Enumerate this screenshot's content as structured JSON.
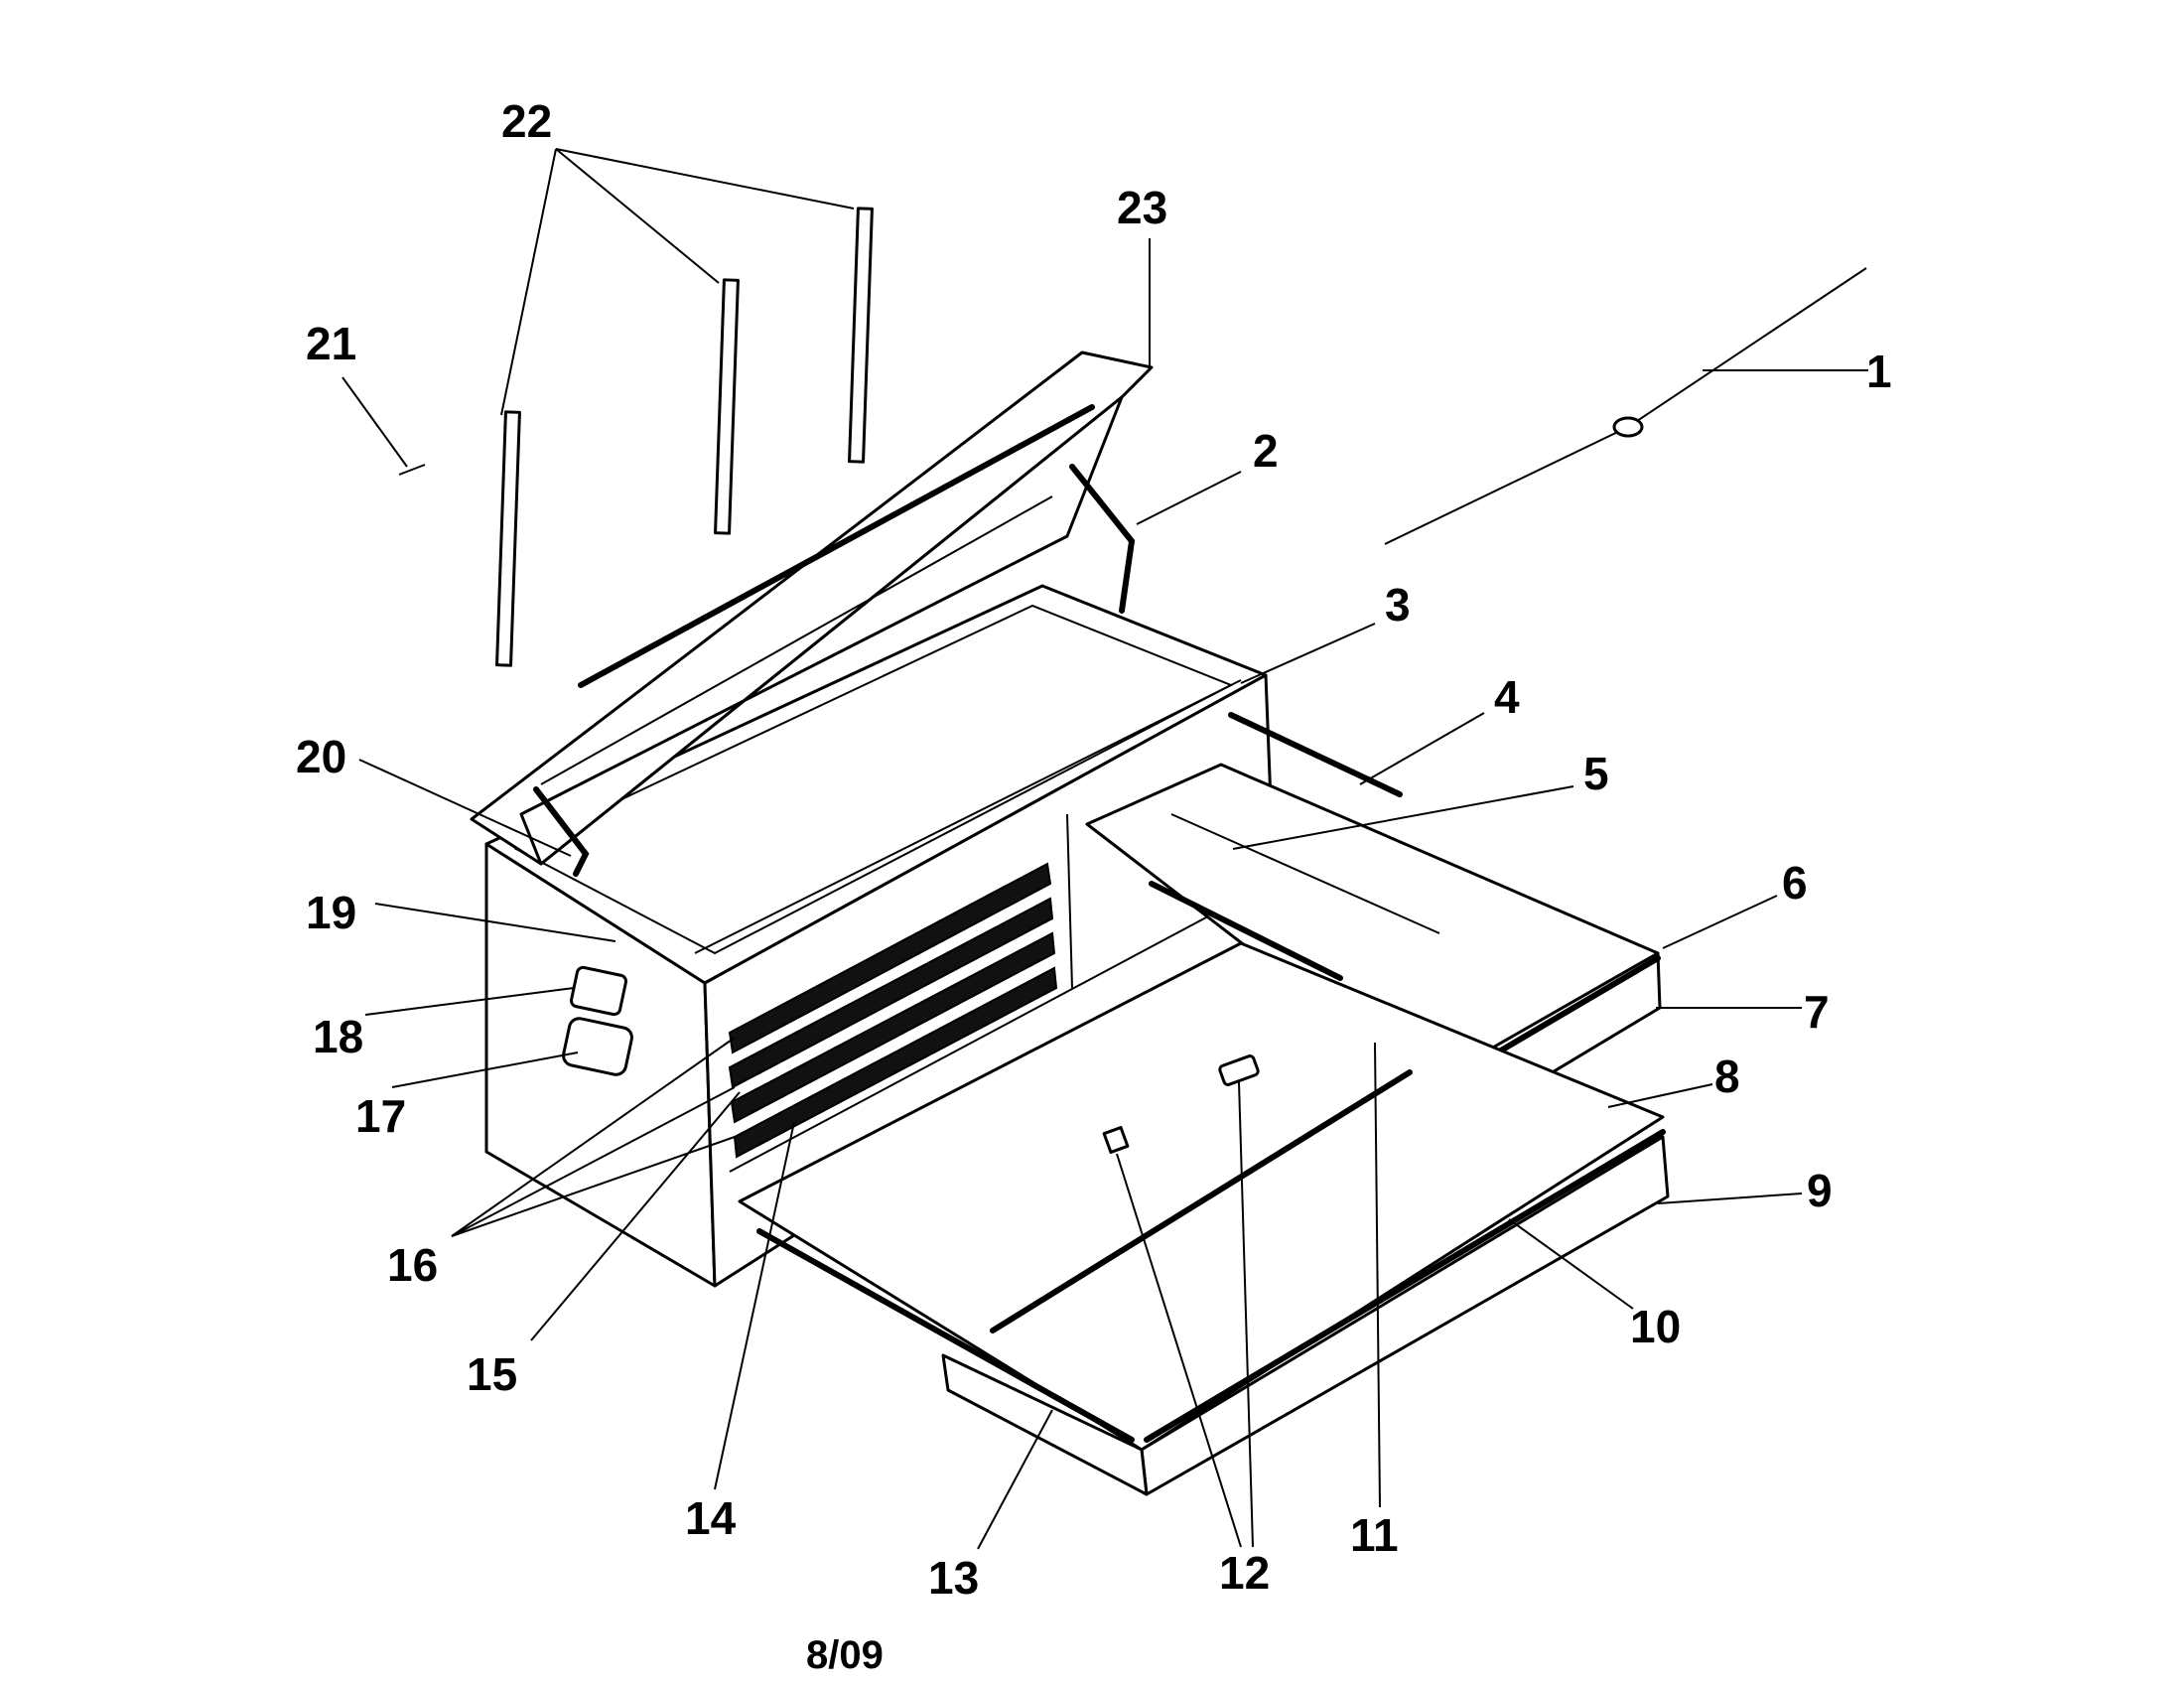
{
  "callouts": {
    "c1": "1",
    "c2": "2",
    "c3": "3",
    "c4": "4",
    "c5": "5",
    "c6": "6",
    "c7": "7",
    "c8": "8",
    "c9": "9",
    "c10": "10",
    "c11": "11",
    "c12": "12",
    "c13": "13",
    "c14": "14",
    "c15": "15",
    "c16": "16",
    "c17": "17",
    "c18": "18",
    "c19": "19",
    "c20": "20",
    "c21": "21",
    "c22": "22",
    "c23": "23"
  },
  "footer": {
    "date_code": "8/09"
  }
}
